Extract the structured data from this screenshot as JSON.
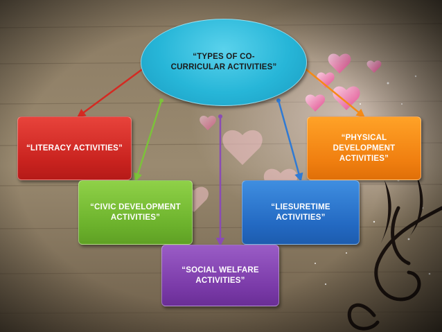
{
  "diagram": {
    "center": {
      "label": "“TYPES OF CO-\nCURRICULAR ACTIVITIES”"
    },
    "nodes": [
      {
        "key": "literacy",
        "label": "“LITERACY ACTIVITIES”",
        "color": "#d32b24"
      },
      {
        "key": "physical",
        "label": "“PHYSICAL\nDEVELOPMENT\nACTIVITIES”",
        "color": "#f58a16"
      },
      {
        "key": "civic",
        "label": "“CIVIC DEVELOPMENT\nACTIVITIES”",
        "color": "#75bb33"
      },
      {
        "key": "leisure",
        "label": "“LIESURETIME\nACTIVITIES”",
        "color": "#2a73cc"
      },
      {
        "key": "social",
        "label": "“SOCIAL WELFARE\nACTIVITIES”",
        "color": "#8245ae"
      }
    ],
    "center_color": "#2fbcdc"
  }
}
